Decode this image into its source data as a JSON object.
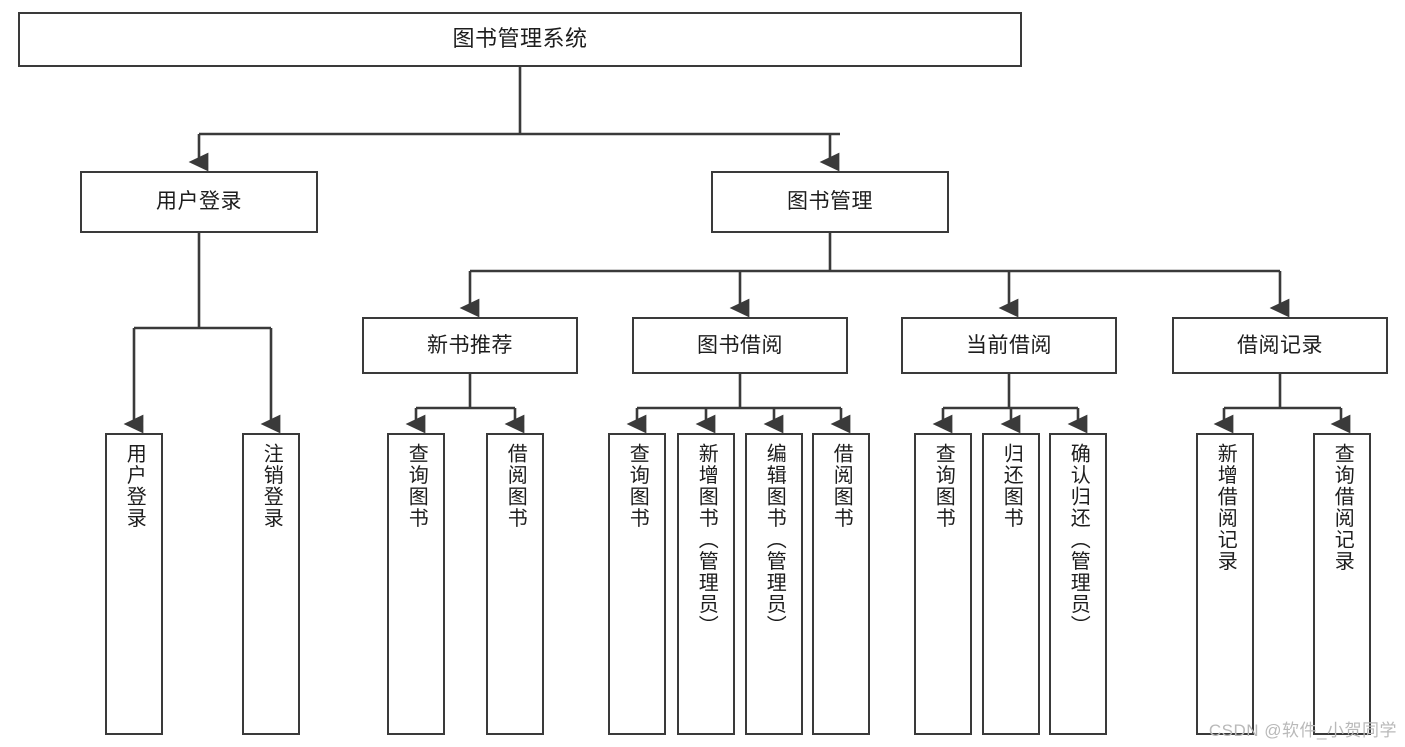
{
  "diagram": {
    "title": "图书管理系统",
    "type": "tree-hierarchy",
    "stroke_color": "#3a3a3a",
    "text_color": "#1d1d1d",
    "background_color": "#ffffff"
  },
  "root": {
    "label": "图书管理系统"
  },
  "level2": [
    {
      "label": "用户登录"
    },
    {
      "label": "图书管理"
    }
  ],
  "level3": [
    {
      "label": "新书推荐"
    },
    {
      "label": "图书借阅"
    },
    {
      "label": "当前借阅"
    },
    {
      "label": "借阅记录"
    }
  ],
  "leaves": {
    "user_login": [
      {
        "label": "用户登录"
      },
      {
        "label": "注销登录"
      }
    ],
    "new_book": [
      {
        "label": "查询图书"
      },
      {
        "label": "借阅图书"
      }
    ],
    "book_borrow": [
      {
        "label": "查询图书"
      },
      {
        "label": "新增图书（管理员）"
      },
      {
        "label": "编辑图书（管理员）"
      },
      {
        "label": "借阅图书"
      }
    ],
    "current_borrow": [
      {
        "label": "查询图书"
      },
      {
        "label": "归还图书"
      },
      {
        "label": "确认归还（管理员）"
      }
    ],
    "borrow_record": [
      {
        "label": "新增借阅记录"
      },
      {
        "label": "查询借阅记录"
      }
    ]
  },
  "watermark": {
    "text": "CSDN @软件_小贺同学"
  }
}
